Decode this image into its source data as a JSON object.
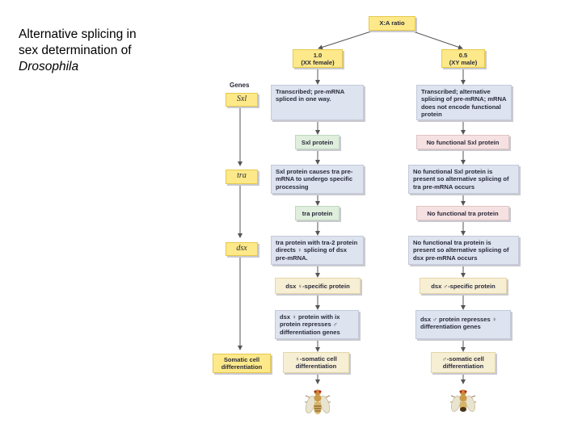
{
  "title": {
    "line1": "Alternative splicing in",
    "line2": "sex determination of",
    "line3": "Drosophila"
  },
  "root": {
    "label": "X:A ratio"
  },
  "female": {
    "ratio": "1.0",
    "sex": "(XX female)",
    "step1": "Transcribed; pre-mRNA spliced in one way.",
    "step2": "Sxl protein",
    "step3": "Sxl protein causes tra pre-mRNA to undergo specific processing",
    "step4": "tra protein",
    "step5": "tra protein with tra-2 protein directs ♀ splicing of dsx pre-mRNA.",
    "step6": "dsx ♀-specific protein",
    "step7": "dsx ♀ protein with ix protein represses ♂ differentiation genes",
    "result": "♀-somatic cell differentiation"
  },
  "male": {
    "ratio": "0.5",
    "sex": "(XY male)",
    "step1": "Transcribed; alternative splicing of pre-mRNA; mRNA does not encode functional protein",
    "step2": "No functional Sxl protein",
    "step3": "No functional Sxl protein is present so alternative splicing of tra pre-mRNA occurs",
    "step4": "No functional tra protein",
    "step5": "No functional tra protein is present so alternative splicing of dsx pre-mRNA occurs",
    "step6": "dsx ♂-specific protein",
    "step7": "dsx ♂ protein represses ♀ differentiation genes",
    "result": "♂-somatic cell differentiation"
  },
  "genes": {
    "header": "Genes",
    "sxl": "Sxl",
    "tra": "tra",
    "dsx": "dsx",
    "end": "Somatic cell differentiation"
  },
  "colors": {
    "yellow": "#fde98a",
    "blue": "#dde3ef",
    "green": "#dfeedd",
    "pink": "#f6e1e2",
    "cream": "#f7efd4",
    "arrow": "#555555"
  }
}
